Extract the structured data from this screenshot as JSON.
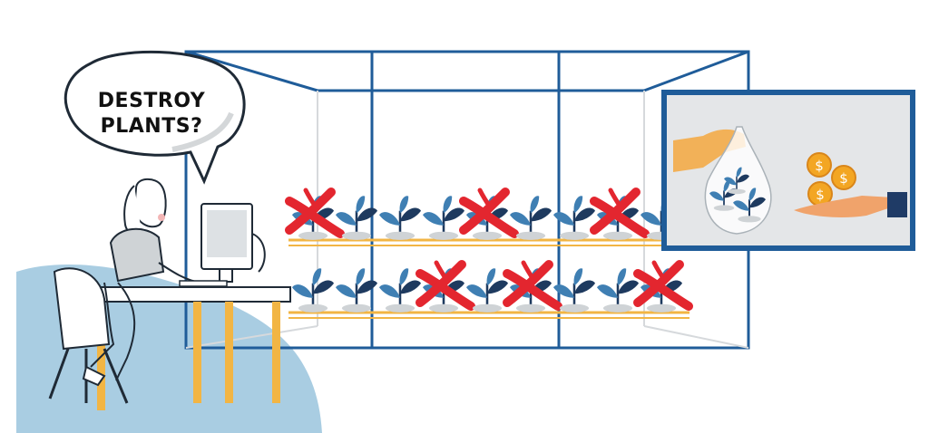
{
  "speech_bubble": {
    "line1": "DESTROY",
    "line2": "PLANTS?"
  },
  "colors": {
    "frame_blue": "#1f5c99",
    "plant_dark": "#1e3a5f",
    "plant_mid": "#3f7fb3",
    "cross_red": "#e3262f",
    "shelf_orange": "#f2b544",
    "floor_blue": "#a9cde2",
    "inset_bg": "#e4e6e8",
    "coin_gold": "#f3a623",
    "glove_orange": "#f2b158",
    "hand_tan": "#f0a36b",
    "sleeve_navy": "#1f3b66"
  },
  "icons": {
    "plant": "seedling-icon",
    "cross": "red-x-icon",
    "coin": "dollar-coin-icon",
    "bag": "plastic-bag-icon"
  },
  "grow_room": {
    "top_row": [
      "destroyed",
      "healthy",
      "healthy",
      "healthy",
      "destroyed",
      "healthy",
      "healthy",
      "destroyed",
      "healthy"
    ],
    "bottom_row": [
      "healthy",
      "healthy",
      "healthy",
      "destroyed",
      "healthy",
      "destroyed",
      "healthy",
      "healthy",
      "destroyed"
    ]
  }
}
